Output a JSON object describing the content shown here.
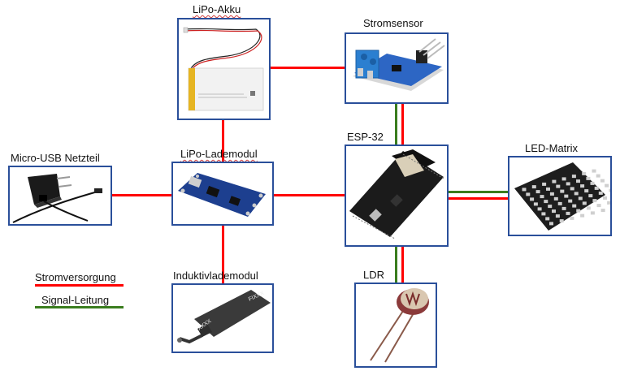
{
  "diagram": {
    "title": "",
    "components": {
      "lipo_akku": {
        "label": "LiPo-Akku",
        "image": "lipo-battery-icon"
      },
      "stromsensor": {
        "label": "Stromsensor",
        "image": "current-sensor-module-icon"
      },
      "micro_usb": {
        "label": "Micro-USB Netzteil",
        "image": "usb-charger-icon"
      },
      "lipo_lademodul": {
        "label": "LiPo-Lademodul",
        "image": "charging-board-icon"
      },
      "esp32": {
        "label": "ESP-32",
        "image": "esp32-board-icon"
      },
      "led_matrix": {
        "label": "LED-Matrix",
        "image": "led-matrix-icon"
      },
      "induktiv": {
        "label": "Induktivlademodul",
        "image": "inductive-receiver-icon"
      },
      "ldr": {
        "label": "LDR",
        "image": "photoresistor-icon"
      }
    },
    "connections": [
      {
        "from": "LiPo-Akku",
        "to": "Stromsensor",
        "types": [
          "Stromversorgung"
        ]
      },
      {
        "from": "LiPo-Akku",
        "to": "LiPo-Lademodul",
        "types": [
          "Stromversorgung"
        ]
      },
      {
        "from": "Micro-USB Netzteil",
        "to": "LiPo-Lademodul",
        "types": [
          "Stromversorgung"
        ]
      },
      {
        "from": "LiPo-Lademodul",
        "to": "ESP-32",
        "types": [
          "Stromversorgung"
        ]
      },
      {
        "from": "LiPo-Lademodul",
        "to": "Induktivlademodul",
        "types": [
          "Stromversorgung"
        ]
      },
      {
        "from": "Stromsensor",
        "to": "ESP-32",
        "types": [
          "Signal-Leitung",
          "Stromversorgung"
        ]
      },
      {
        "from": "ESP-32",
        "to": "LED-Matrix",
        "types": [
          "Signal-Leitung",
          "Stromversorgung"
        ]
      },
      {
        "from": "ESP-32",
        "to": "LDR",
        "types": [
          "Signal-Leitung",
          "Stromversorgung"
        ]
      }
    ],
    "legend": {
      "power": {
        "label": "Stromversorgung",
        "color": "#ff0000"
      },
      "signal": {
        "label": "Signal-Leitung",
        "color": "#3a7d1e"
      }
    },
    "box_border_color": "#2a4f9a"
  }
}
